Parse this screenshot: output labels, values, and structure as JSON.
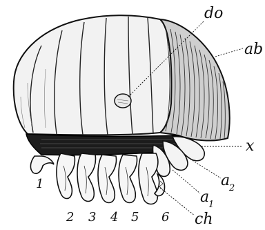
{
  "figure": {
    "labels": {
      "do": "do",
      "ab": "ab",
      "x": "x",
      "a2_main": "a",
      "a2_sub": "2",
      "a1_main": "a",
      "a1_sub": "1",
      "ch": "ch",
      "n1": "1",
      "n2": "2",
      "n3": "3",
      "n4": "4",
      "n5": "5",
      "n6": "6"
    }
  }
}
